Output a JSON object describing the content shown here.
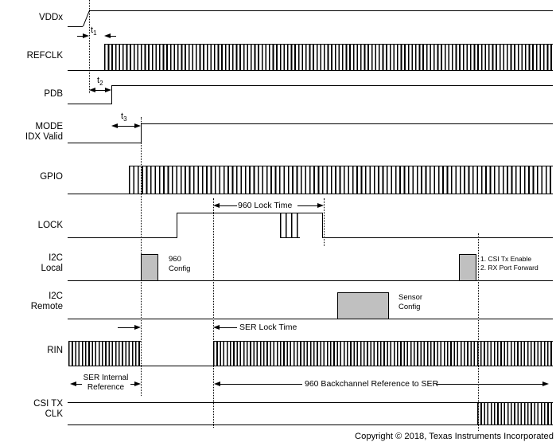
{
  "colors": {
    "background": "#ffffff",
    "ink": "#000000",
    "pulse_fill": "#c0c0c0"
  },
  "signals": [
    {
      "label": "VDDx"
    },
    {
      "label": "REFCLK"
    },
    {
      "label": "PDB"
    },
    {
      "label": "MODE",
      "label2": "IDX Valid"
    },
    {
      "label": "GPIO"
    },
    {
      "label": "LOCK"
    },
    {
      "label": "I2C",
      "label2": "Local"
    },
    {
      "label": "I2C",
      "label2": "Remote"
    },
    {
      "label": "RIN"
    },
    {
      "label": "CSI TX",
      "label2": "CLK"
    }
  ],
  "timing": {
    "t1": {
      "base": "t",
      "sub": "1"
    },
    "t2": {
      "base": "t",
      "sub": "2"
    },
    "t3": {
      "base": "t",
      "sub": "3"
    }
  },
  "annotations": {
    "lock_time": "960 Lock Time",
    "ser_lock_time": "SER Lock Time",
    "ser_internal_line1": "SER Internal",
    "ser_internal_line2": "Reference",
    "backchannel": "960 Backchannel Reference to SER",
    "config_960_line1": "960",
    "config_960_line2": "Config",
    "sensor_line1": "Sensor",
    "sensor_line2": "Config",
    "csi_enable_line1": "1. CSI Tx Enable",
    "csi_enable_line2": "2. RX Port Forward"
  },
  "footer": {
    "copyright": "Copyright © 2018, Texas Instruments Incorporated"
  }
}
